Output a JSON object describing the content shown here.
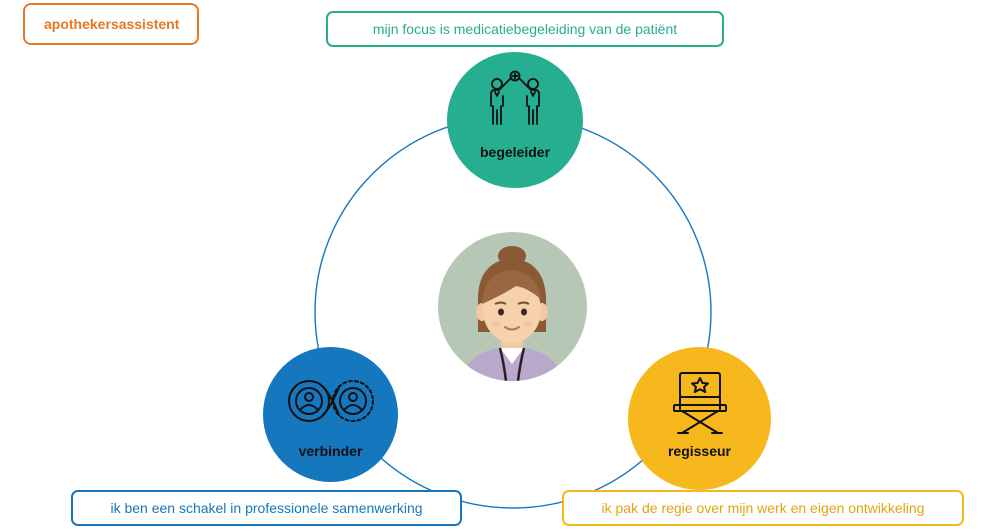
{
  "role_tag": "apothekersassistent",
  "roles": {
    "top": {
      "label": "begeleider",
      "caption": "mijn focus is medicatiebegeleiding van de patiënt",
      "color": "#26ae90",
      "icon": "people-high-five-icon"
    },
    "left": {
      "label": "verbinder",
      "caption": "ik ben een schakel in professionele samenwerking",
      "color": "#1577be",
      "icon": "connected-people-loop-icon"
    },
    "right": {
      "label": "regisseur",
      "caption": "ik pak de regie over mijn werk en eigen ontwikkeling",
      "color": "#f6b81c",
      "icon": "director-chair-icon"
    }
  },
  "center": {
    "icon": "pharmacist-avatar-icon"
  },
  "colors": {
    "accent_orange": "#e87722",
    "ring": "#1577be"
  }
}
